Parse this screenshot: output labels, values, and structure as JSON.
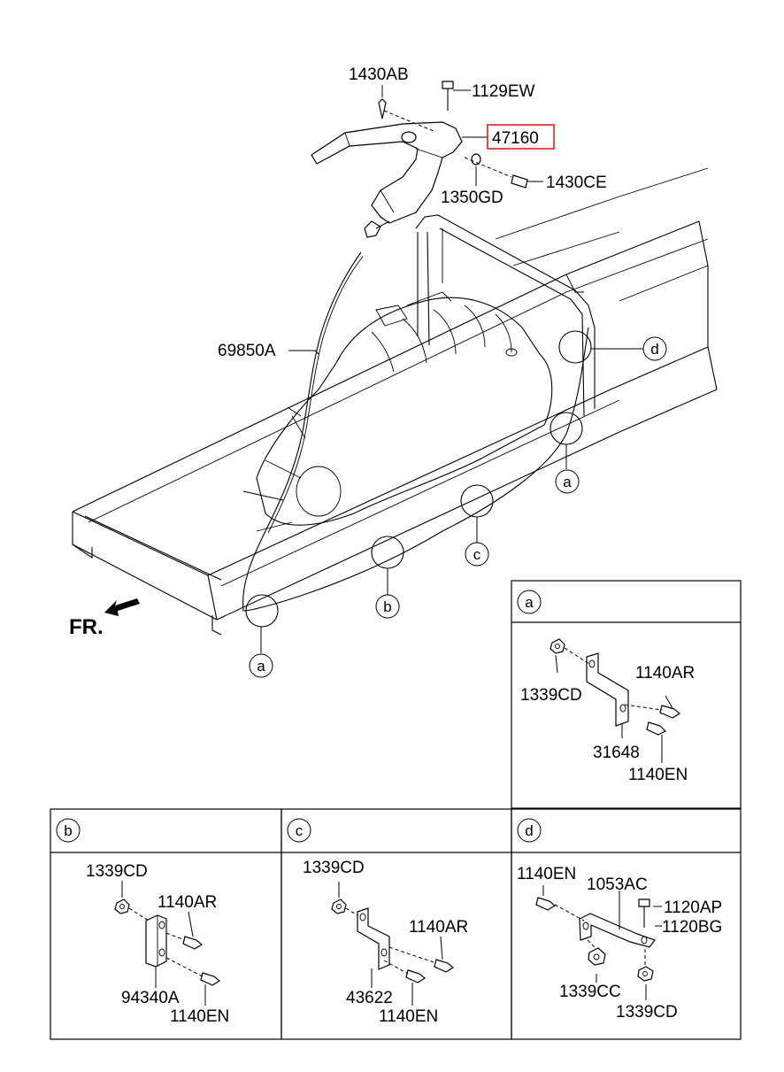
{
  "main": {
    "front_label": "FR.",
    "highlighted_part": "47160",
    "highlight_color": "#e02020",
    "parts": {
      "p1430AB": "1430AB",
      "p1129EW": "1129EW",
      "p47160": "47160",
      "p1350GD": "1350GD",
      "p1430CE": "1430CE",
      "p69850A": "69850A"
    },
    "callouts": {
      "a1": "a",
      "a2": "a",
      "b": "b",
      "c": "c",
      "d": "d"
    }
  },
  "details": {
    "a": {
      "letter": "a",
      "labels": [
        "1140AR",
        "1339CD",
        "31648",
        "1140EN"
      ]
    },
    "b": {
      "letter": "b",
      "labels": [
        "1339CD",
        "1140AR",
        "94340A",
        "1140EN"
      ]
    },
    "c": {
      "letter": "c",
      "labels": [
        "1339CD",
        "1140AR",
        "43622",
        "1140EN"
      ]
    },
    "d": {
      "letter": "d",
      "labels": [
        "1140EN",
        "1053AC",
        "1120AP",
        "1120BG",
        "1339CC",
        "1339CD"
      ]
    }
  }
}
